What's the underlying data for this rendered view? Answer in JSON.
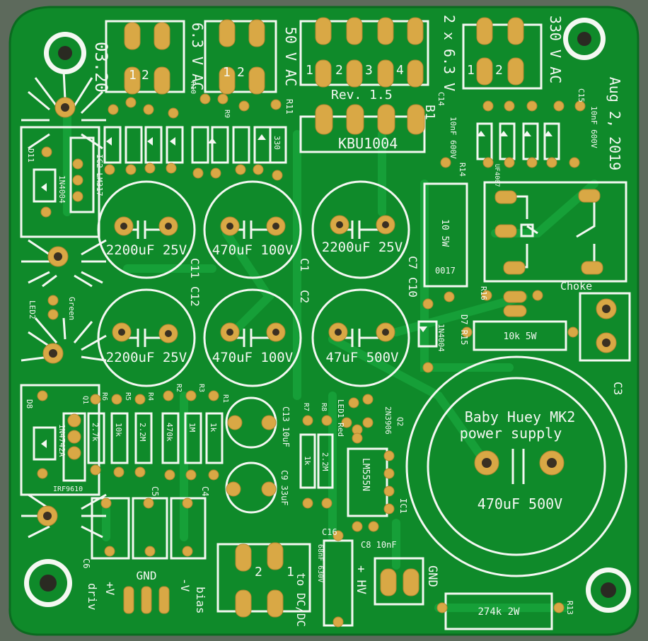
{
  "board": {
    "colors": {
      "background": "#5d6a5c",
      "soldermask": "#0f8a2a",
      "soldermask_dark": "#0a6f22",
      "trace": "#17a33a",
      "silkscreen": "#f4f8f2",
      "pad_gold": "#d9a845",
      "hole": "#3a3022"
    },
    "title_lines": [
      "Baby Huey MK2",
      "power supply"
    ],
    "revision": "Rev. 1.5",
    "date": "Aug 2, 2019",
    "bridge_part": "KBU1004",
    "bridge_ref": "B1",
    "ac_labels": [
      "6.3 V AC",
      "50 V AC",
      "2 x 6.3 V",
      "330 V AC"
    ],
    "corner_label": "03.20",
    "caps": [
      {
        "ref": "C11",
        "value": "2200uF 25V"
      },
      {
        "ref": "C1",
        "value": "470uF 100V"
      },
      {
        "ref": "C7",
        "value": "2200uF 25V"
      },
      {
        "ref": "C12",
        "value": "2200uF 25V"
      },
      {
        "ref": "C2",
        "value": "470uF 100V"
      },
      {
        "ref": "C10",
        "value": "47uF 500V"
      },
      {
        "ref": "C3",
        "value": "470uF 500V"
      }
    ],
    "small_labels": {
      "cap_c13": "C13 10uF",
      "cap_c9": "C9 33uF",
      "cap_c14": "C14",
      "cap_c14_val": "10nF 600V",
      "cap_c15": "C15",
      "cap_c15_val": "10nF 600V",
      "cap_c16": "C16",
      "cap_c16_val": "68nF 630V",
      "cap_c8": "C8 10nF",
      "cap_c5": "C5",
      "cap_c4": "C4",
      "cap_c6": "C6",
      "res_r14": "R14",
      "res_r14_val": "10 5W",
      "res_r14_code": "0017",
      "res_r15": "D7 R15",
      "res_r15_val": "10k 5W",
      "res_r16": "R16",
      "res_r13": "R13",
      "res_r13_val": "274k 2W",
      "res_r11": "R11",
      "res_r10": "R10",
      "res_r9": "R9",
      "res_row": [
        "2.7k",
        "10k",
        "2.2M",
        "470k",
        "1M",
        "1k"
      ],
      "res_row_refs": [
        "R6",
        "R5",
        "R4",
        "R2",
        "R3",
        "R1"
      ],
      "res_r7": "R7",
      "res_r8": "R8",
      "res_r7_val": "1k",
      "res_r8_val": "2.2M",
      "ic1": "LM555N",
      "ic1_ref": "IC1",
      "ic2": "IC2 LM317",
      "q2": "Q2",
      "q2_part": "2N3906",
      "q1": "Q1",
      "q1_part": "IRF9610",
      "led1": "LED1 Red",
      "led2": "LED2",
      "led2_color": "Green",
      "d11": "D11",
      "d11_part": "1N4004",
      "d8": "D8",
      "d8_part": "1N4742A",
      "d_uf": "UF4007",
      "d7_part": "1N4004",
      "choke": "Choke",
      "hv": "+ HV",
      "gnd_right": "GND",
      "gnd_bottom": "GND",
      "vplus": "+V",
      "vminus": "-V",
      "driv": "driv",
      "bias": "bias",
      "dcdc": "to DC/DC",
      "bus_r": "330"
    },
    "connector_numbers": [
      "1",
      "2",
      "1",
      "2",
      "1",
      "2",
      "3",
      "4",
      "1",
      "2",
      "2",
      "1"
    ]
  }
}
